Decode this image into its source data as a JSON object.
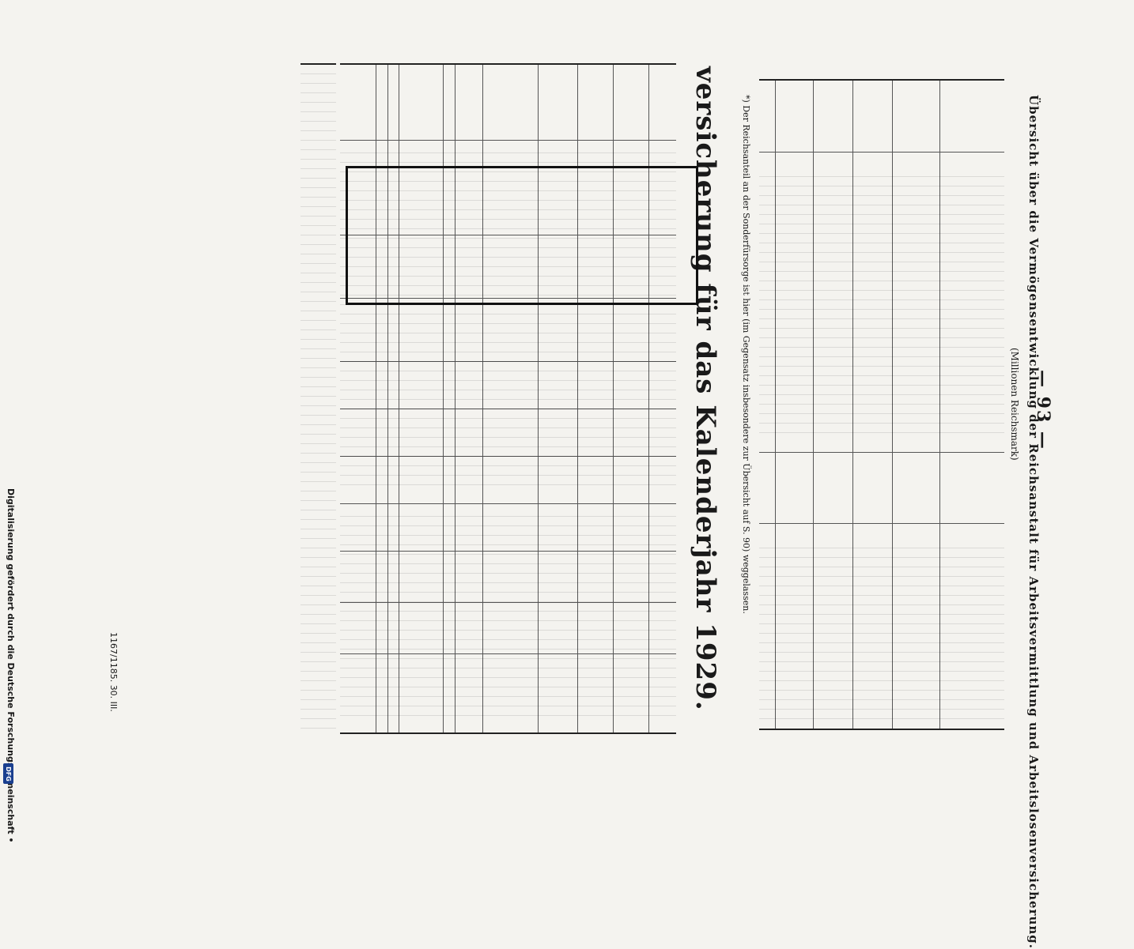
{
  "page": {
    "number": "— 93 —",
    "top_title": "Übersicht über die Vermögensentwicklung der Reichsanstalt für Arbeitsvermittlung und Arbeitslosenversicherung.",
    "unit_note": "(Millionen Reichsmark)",
    "top_footnote": "*) Der Reichsanteil an der Sonderfürsorge ist hier (im Gegensatz insbesondere zur Übersicht auf S. 90) weggelassen.",
    "big_title": "versicherung für das Kalenderjahr 1929.",
    "archive_credit": "Digitalisierung gefördert durch die Deutsche Forschungsgemeinschaft •",
    "dfg_logo": "DFG",
    "plate": "1167/1185. 30. III."
  }
}
